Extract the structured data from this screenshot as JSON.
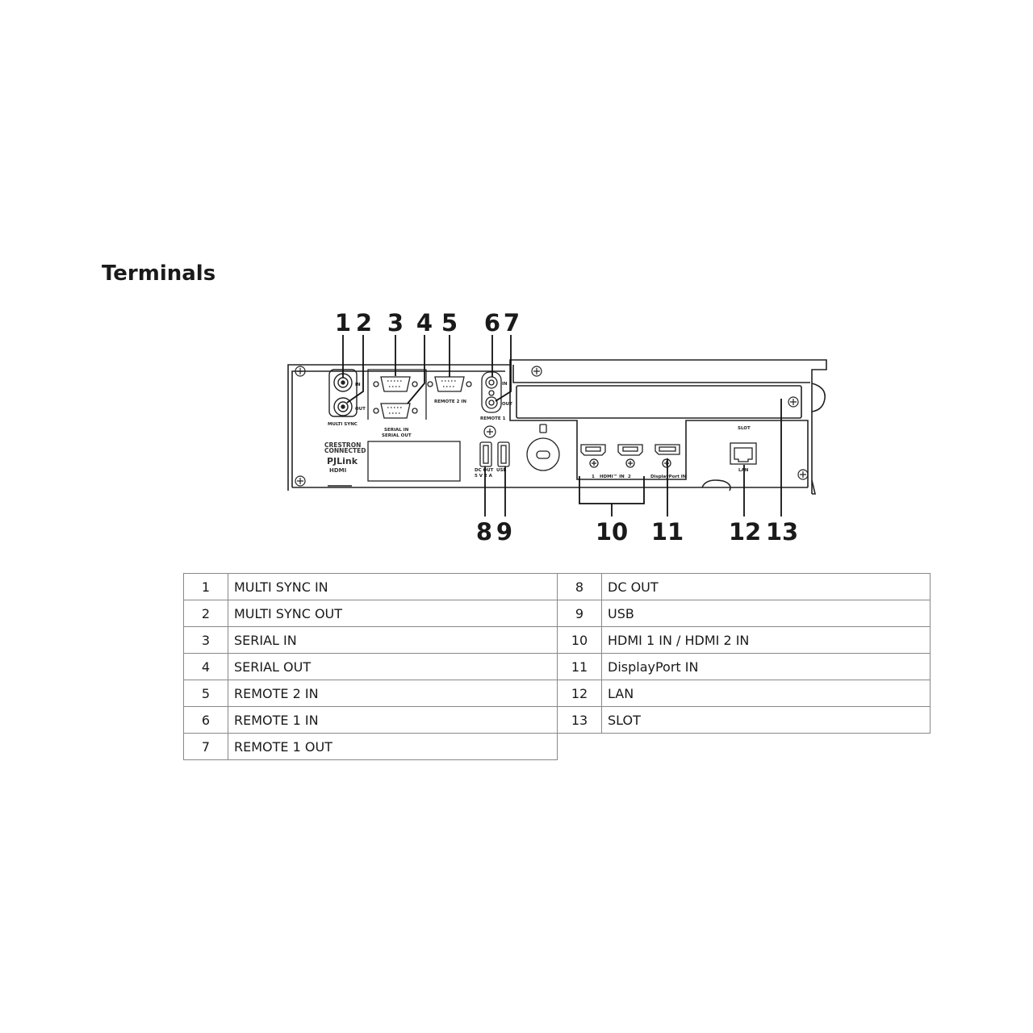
{
  "title": "Terminals",
  "callouts": [
    "1",
    "2",
    "3",
    "4",
    "5",
    "6",
    "7",
    "8",
    "9",
    "10",
    "11",
    "12",
    "13"
  ],
  "panel_labels": {
    "in": "IN",
    "out": "OUT",
    "multi_sync": "MULTI SYNC",
    "serial_in": "SERIAL IN",
    "serial_out": "SERIAL OUT",
    "remote2_in": "REMOTE 2 IN",
    "remote1": "REMOTE 1",
    "slot": "SLOT",
    "dc_out_1": "DC OUT",
    "dc_out_2": "5 V 2 A",
    "usb": "USB",
    "hdmi_1": "1",
    "hdmi_in": "HDMI™ IN",
    "hdmi_2": "2",
    "displayport_in": "DisplayPort IN",
    "lan": "LAN",
    "crestron": "CRESTRON",
    "connected": "CONNECTED",
    "pjlink": "PJLink",
    "hdmi_logo": "HDMI"
  },
  "terminals_left": [
    {
      "no": "1",
      "name": "MULTI SYNC IN"
    },
    {
      "no": "2",
      "name": "MULTI SYNC OUT"
    },
    {
      "no": "3",
      "name": "SERIAL IN"
    },
    {
      "no": "4",
      "name": "SERIAL OUT"
    },
    {
      "no": "5",
      "name": "REMOTE 2 IN"
    },
    {
      "no": "6",
      "name": "REMOTE 1 IN"
    },
    {
      "no": "7",
      "name": "REMOTE 1 OUT"
    }
  ],
  "terminals_right": [
    {
      "no": "8",
      "name": "DC OUT"
    },
    {
      "no": "9",
      "name": "USB"
    },
    {
      "no": "10",
      "name": "HDMI 1 IN / HDMI 2 IN"
    },
    {
      "no": "11",
      "name": "DisplayPort IN"
    },
    {
      "no": "12",
      "name": "LAN"
    },
    {
      "no": "13",
      "name": "SLOT"
    }
  ]
}
